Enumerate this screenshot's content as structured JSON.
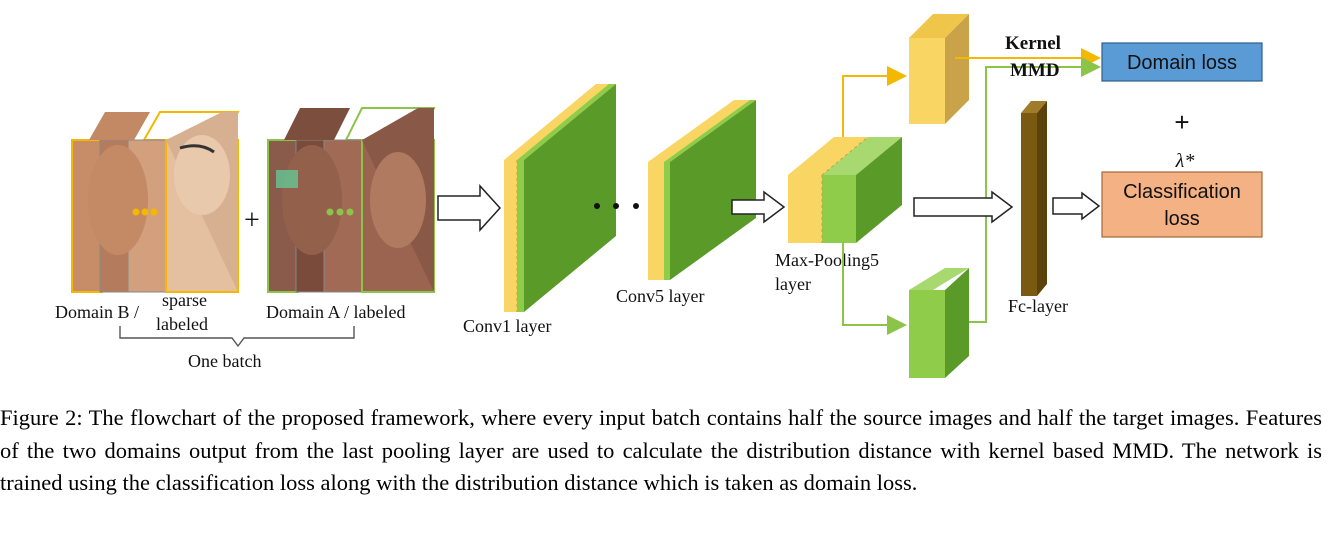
{
  "inputs": {
    "domain_b_label": "Domain B /",
    "domain_b_sparse": "sparse",
    "domain_b_labeled": "labeled",
    "domain_a_label": "Domain A / labeled",
    "plus": "+",
    "batch_label": "One batch"
  },
  "network": {
    "conv1_label": "Conv1 layer",
    "conv5_label": "Conv5 layer",
    "maxpool_line1": "Max-Pooling5",
    "maxpool_line2": "layer",
    "fc_label": "Fc-layer",
    "mmd_line1": "Kernel",
    "mmd_line2": "MMD",
    "plus": "+",
    "lambda": "λ*"
  },
  "losses": {
    "domain_loss": "Domain loss",
    "classification_line1": "Classification",
    "classification_line2": "loss"
  },
  "caption": "Figure 2: The flowchart of the proposed framework, where every input batch contains half the source images and half the target images. Features of the two domains output from the last pooling layer are used to calculate the distribution distance with kernel based MMD. The network is trained using the classification loss along with the distribution distance which is taken as domain loss.",
  "colors": {
    "domain_b_frame": "#f5b800",
    "domain_a_frame": "#8cc44a",
    "feature_yellow": "#f9d563",
    "feature_green": "#8fcc4a",
    "conv_green_dark": "#5a9a28",
    "fc_brown": "#7a5a10",
    "domain_loss_box": "#5b9bd5",
    "class_loss_box": "#f4b183"
  }
}
